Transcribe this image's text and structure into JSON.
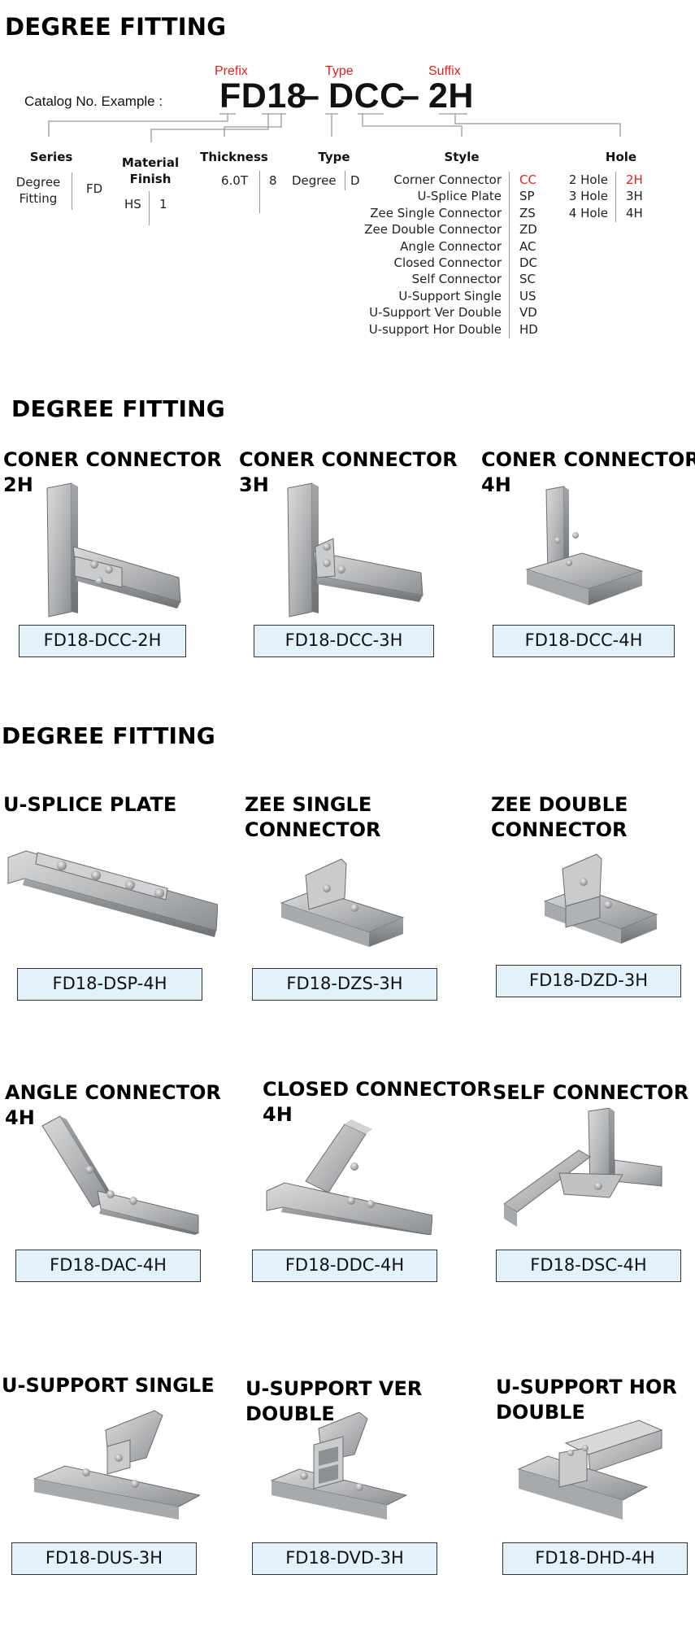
{
  "header": {
    "title": "DEGREE FITTING"
  },
  "catalog": {
    "example_label": "Catalog No. Example :",
    "prefix_label": "Prefix",
    "type_label": "Type",
    "suffix_label": "Suffix",
    "code_part1": "FD18",
    "dash": "–",
    "code_part2": "DCC",
    "code_part3": "2H"
  },
  "legend": {
    "series": {
      "heading": "Series",
      "name_line1": "Degree",
      "name_line2": "Fitting",
      "code": "FD"
    },
    "material": {
      "heading_line1": "Material",
      "heading_line2": "Finish",
      "name": "HS",
      "code": "1"
    },
    "thickness": {
      "heading": "Thickness",
      "name": "6.0T",
      "code": "8"
    },
    "type": {
      "heading": "Type",
      "name": "Degree",
      "code": "D"
    },
    "style": {
      "heading": "Style",
      "items": [
        {
          "name": "Corner Connector",
          "code": "CC"
        },
        {
          "name": "U-Splice Plate",
          "code": "SP"
        },
        {
          "name": "Zee Single Connector",
          "code": "ZS"
        },
        {
          "name": "Zee Double Connector",
          "code": "ZD"
        },
        {
          "name": "Angle Connector",
          "code": "AC"
        },
        {
          "name": "Closed Connector",
          "code": "DC"
        },
        {
          "name": "Self Connector",
          "code": "SC"
        },
        {
          "name": "U-Support Single",
          "code": "US"
        },
        {
          "name": "U-Support Ver Double",
          "code": "VD"
        },
        {
          "name": "U-support Hor Double",
          "code": "HD"
        }
      ]
    },
    "hole": {
      "heading": "Hole",
      "items": [
        {
          "name": "2 Hole",
          "code": "2H"
        },
        {
          "name": "3 Hole",
          "code": "3H"
        },
        {
          "name": "4 Hole",
          "code": "4H"
        }
      ]
    }
  },
  "section2": {
    "title": "DEGREE FITTING",
    "products": [
      {
        "title_line1": "CONER CONNECTOR",
        "title_line2": "2H",
        "code": "FD18-DCC-2H"
      },
      {
        "title_line1": "CONER CONNECTOR",
        "title_line2": "3H",
        "code": "FD18-DCC-3H"
      },
      {
        "title_line1": "CONER CONNECTOR",
        "title_line2": "4H",
        "code": "FD18-DCC-4H"
      }
    ]
  },
  "section3": {
    "title": "DEGREE FITTING",
    "products": [
      {
        "title_line1": "U-SPLICE PLATE",
        "title_line2": "",
        "code": "FD18-DSP-4H"
      },
      {
        "title_line1": "ZEE SINGLE",
        "title_line2": "CONNECTOR",
        "code": "FD18-DZS-3H"
      },
      {
        "title_line1": "ZEE DOUBLE",
        "title_line2": "CONNECTOR",
        "code": "FD18-DZD-3H"
      },
      {
        "title_line1": "ANGLE CONNECTOR",
        "title_line2": "4H",
        "code": "FD18-DAC-4H"
      },
      {
        "title_line1": "CLOSED CONNECTOR",
        "title_line2": "4H",
        "code": "FD18-DDC-4H"
      },
      {
        "title_line1": "SELF CONNECTOR",
        "title_line2": "",
        "code": "FD18-DSC-4H"
      },
      {
        "title_line1": "U-SUPPORT SINGLE",
        "title_line2": "",
        "code": "FD18-DUS-3H"
      },
      {
        "title_line1": "U-SUPPORT VER",
        "title_line2": "DOUBLE",
        "code": "FD18-DVD-3H"
      },
      {
        "title_line1": "U-SUPPORT HOR",
        "title_line2": "DOUBLE",
        "code": "FD18-DHD-4H"
      }
    ]
  },
  "colors": {
    "accent_red": "#e32020",
    "label_bg": "#e3f1fb",
    "label_border": "#333333",
    "metal": "#b9bbbd"
  }
}
